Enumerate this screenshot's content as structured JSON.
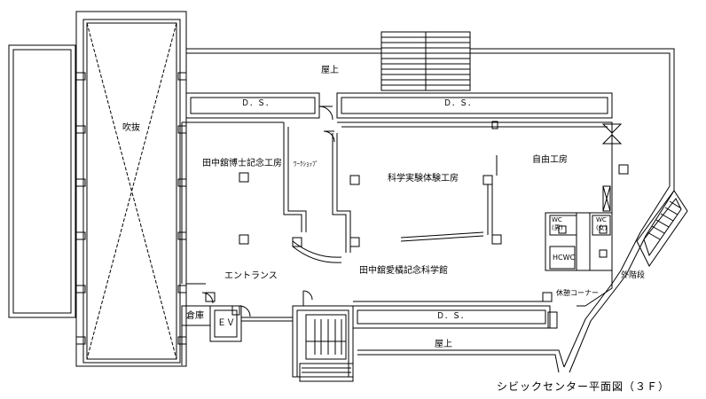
{
  "labels": {
    "roof_top": "屋上",
    "roof_bottom": "屋上",
    "ds_left": "Ｄ．Ｓ．",
    "ds_center": "Ｄ．Ｓ．",
    "ds_bottom": "Ｄ．Ｓ．",
    "atrium": "吹抜",
    "tanaka_workshop": "田中舘博士記念工房",
    "workshop": "ﾜｰｸｼｮｯﾌﾟ",
    "science_lab": "科学実験体験工房",
    "free_workshop": "自由工房",
    "entrance": "エントランス",
    "science_museum": "田中舘愛橘記念科学館",
    "wc_men": "WC\n(男)",
    "wc_women": "WC\n(女)",
    "hcwc": "HCWC",
    "rest_corner": "休憩コーナー",
    "outer_stairs": "外階段",
    "storage": "倉庫",
    "ev": "ＥＶ"
  },
  "caption": "シビックセンター平面図（３Ｆ）",
  "colors": {
    "line": "#000000",
    "background": "#ffffff"
  }
}
